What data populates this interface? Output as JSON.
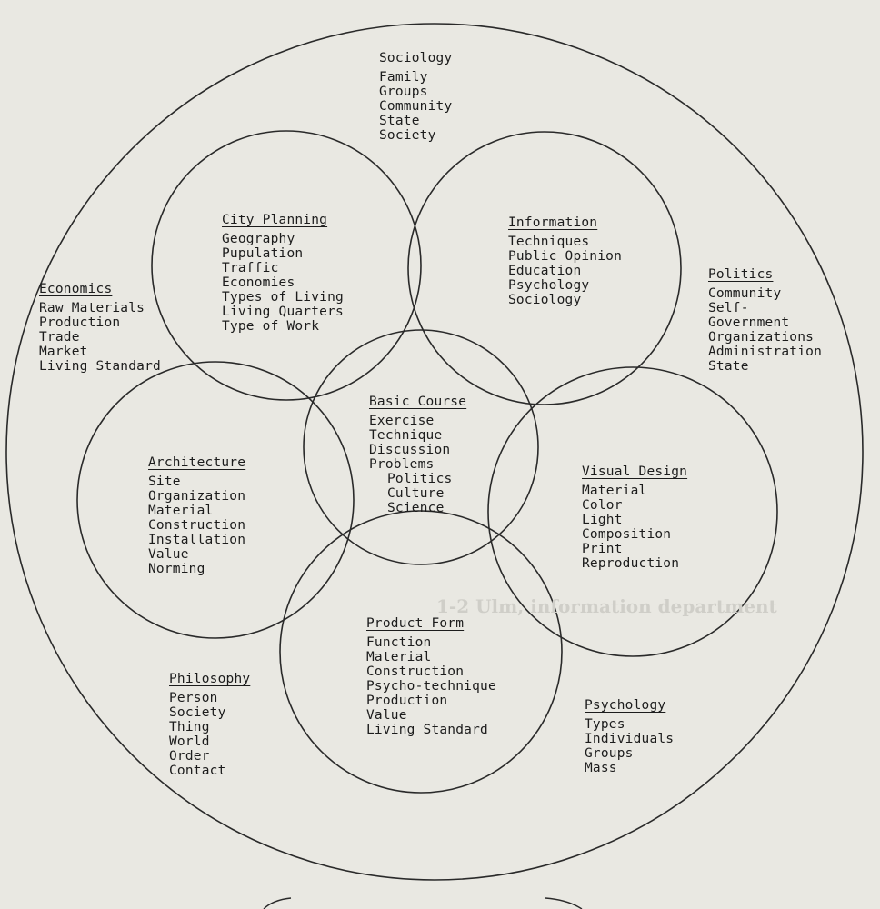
{
  "diagram": {
    "sociology": {
      "title": "Sociology",
      "items": [
        "Family",
        "Groups",
        "Community",
        "State",
        "Society"
      ]
    },
    "city_planning": {
      "title": "City Planning",
      "items": [
        "Geography",
        "Pupulation",
        "Traffic",
        "Economies",
        "Types of Living",
        "Living Quarters",
        "Type of Work"
      ]
    },
    "information": {
      "title": "Information",
      "items": [
        "Techniques",
        "Public Opinion",
        "Education",
        "Psychology",
        "Sociology"
      ]
    },
    "economics": {
      "title": "Economics",
      "items": [
        "Raw Materials",
        "Production",
        "Trade",
        "Market",
        "Living Standard"
      ]
    },
    "politics": {
      "title": "Politics",
      "items": [
        "Community",
        "Self-",
        "Government",
        "Organizations",
        "Administration",
        "State"
      ]
    },
    "basic_course": {
      "title": "Basic Course",
      "items": [
        "Exercise",
        "Technique",
        "Discussion",
        "Problems"
      ],
      "sub_items": [
        "Politics",
        "Culture",
        "Science"
      ]
    },
    "architecture": {
      "title": "Architecture",
      "items": [
        "Site",
        "Organization",
        "Material",
        "Construction",
        "Installation",
        "Value",
        "Norming"
      ]
    },
    "visual_design": {
      "title": "Visual Design",
      "items": [
        "Material",
        "Color",
        "Light",
        "Composition",
        "Print",
        "Reproduction"
      ]
    },
    "product_form": {
      "title": "Product Form",
      "items": [
        "Function",
        "Material",
        "Construction",
        "Psycho-technique",
        "Production",
        "Value",
        "Living Standard"
      ]
    },
    "philosophy": {
      "title": "Philosophy",
      "items": [
        "Person",
        "Society",
        "Thing",
        "World",
        "Order",
        "Contact"
      ]
    },
    "psychology": {
      "title": "Psychology",
      "items": [
        "Types",
        "Individuals",
        "Groups",
        "Mass"
      ]
    }
  },
  "bleed_through": {
    "heading": "1-2 Ulm, information department"
  },
  "colors": {
    "paper": "#e9e8e2",
    "ink": "#1c1c1c",
    "line": "#2a2a2a"
  }
}
